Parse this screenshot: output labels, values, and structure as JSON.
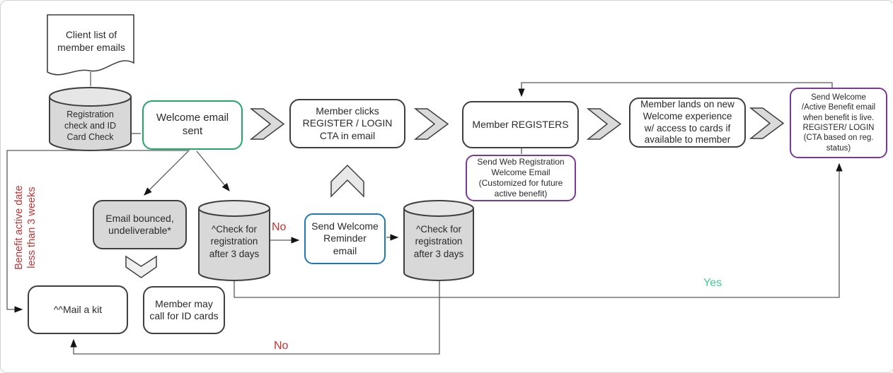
{
  "colors": {
    "green_accent": "#27A567",
    "purple_accent": "#7C3A97",
    "blue_accent": "#1F78B4",
    "red_label": "#C53232",
    "yes_green": "#3FCE8F",
    "node_gray": "#D8D8D8"
  },
  "nodes": {
    "client_list": "Client list of\nmember emails",
    "registration_check": "Registration\ncheck and ID\nCard Check",
    "welcome_email_sent": "Welcome email\nsent",
    "member_clicks_cta": "Member clicks\nREGISTER / LOGIN\nCTA in email",
    "member_registers": "Member REGISTERS",
    "send_web_registration": "Send Web Registration\nWelcome Email\n(Customized for future\nactive benefit)",
    "member_lands": "Member lands on new\nWelcome experience\nw/ access to cards if\navailable to member",
    "send_welcome_active": "Send Welcome\n/Active Benefit email\nwhen benefit is live.\nREGISTER/ LOGIN\n(CTA based on reg.\nstatus)",
    "email_bounced": "Email bounced,\nundeliverable*",
    "check_registration_1": "^Check for\nregistration\nafter 3 days",
    "send_welcome_reminder": "Send Welcome\nReminder\nemail",
    "check_registration_2": "^Check for\nregistration\nafter 3 days",
    "mail_a_kit": "^^Mail a kit",
    "member_may_call": "Member may\ncall for ID cards"
  },
  "edge_labels": {
    "no_first": "No",
    "no_second": "No",
    "yes": "Yes",
    "benefit_note": "Benefit active date\nless than 3 weeks"
  },
  "edges": [
    {
      "from": "client_list",
      "to": "registration_check"
    },
    {
      "from": "registration_check",
      "to": "welcome_email_sent"
    },
    {
      "from": "welcome_email_sent",
      "to": "member_clicks_cta"
    },
    {
      "from": "welcome_email_sent",
      "to": "email_bounced"
    },
    {
      "from": "welcome_email_sent",
      "to": "check_registration_1"
    },
    {
      "from": "welcome_email_sent",
      "to": "mail_a_kit",
      "label": "Benefit active date less than 3 weeks"
    },
    {
      "from": "email_bounced",
      "to": "mail_a_kit"
    },
    {
      "from": "check_registration_1",
      "to": "send_welcome_reminder",
      "label": "No"
    },
    {
      "from": "check_registration_1",
      "to": "send_welcome_active",
      "label": "Yes"
    },
    {
      "from": "send_welcome_reminder",
      "to": "check_registration_2"
    },
    {
      "from": "send_welcome_reminder",
      "to": "member_clicks_cta"
    },
    {
      "from": "check_registration_2",
      "to": "mail_a_kit",
      "label": "No"
    },
    {
      "from": "member_clicks_cta",
      "to": "member_registers"
    },
    {
      "from": "member_registers",
      "to": "send_web_registration"
    },
    {
      "from": "member_registers",
      "to": "member_lands"
    },
    {
      "from": "member_lands",
      "to": "send_welcome_active"
    },
    {
      "from": "send_welcome_active",
      "to": "member_registers"
    }
  ]
}
